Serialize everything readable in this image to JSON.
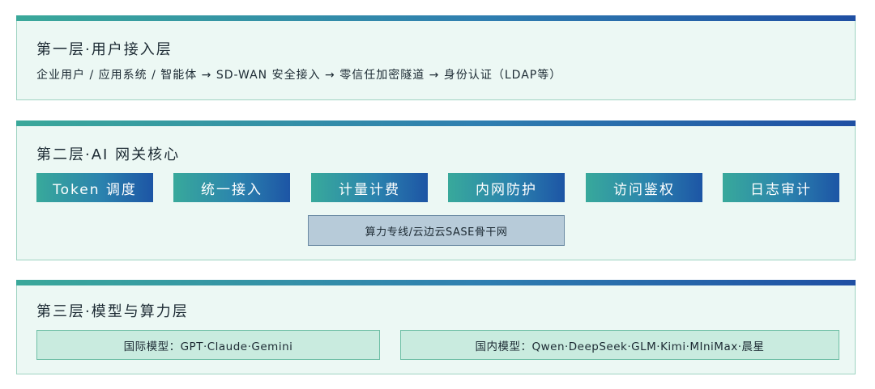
{
  "layers": [
    {
      "title": "第一层·用户接入层",
      "description": "企业用户 / 应用系统 / 智能体 → SD-WAN 安全接入 → 零信任加密隧道 → 身份认证（LDAP等）"
    },
    {
      "title": "第二层·AI 网关核心",
      "modules": [
        "Token 调度",
        "统一接入",
        "计量计费",
        "内网防护",
        "访问鉴权",
        "日志审计"
      ],
      "backbone": "算力专线/云边云SASE骨干网"
    },
    {
      "title": "第三层·模型与算力层",
      "international": "国际模型：GPT·Claude·Gemini",
      "domestic": "国内模型：Qwen·DeepSeek·GLM·Kimi·MIniMax·晨星"
    }
  ],
  "colors": {
    "panel_bg": "#ecf8f4",
    "panel_border": "#9fd3c2",
    "accent_teal": "#38a99b",
    "accent_blue": "#1d55a5",
    "backbone_bg": "#b7cbd9",
    "model_box_bg": "#c9ebdf"
  }
}
